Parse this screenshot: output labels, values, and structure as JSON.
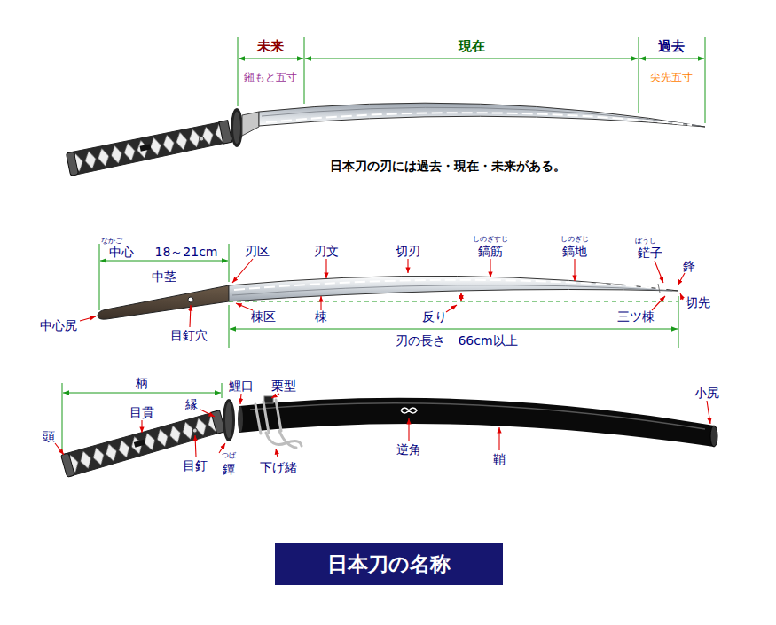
{
  "diagram": {
    "title": "日本刀の名称",
    "labels": [
      "未来",
      "現在",
      "過去",
      "鎺もと五寸",
      "尖先五寸",
      "日本刀の刃には過去・現在・未来がある。",
      "なかご",
      "中心",
      "18～21cm",
      "刃区",
      "刃文",
      "切刃",
      "しのぎすじ",
      "鎬筋",
      "しのぎじ",
      "鎬地",
      "ぼうし",
      "鋩子",
      "鋒",
      "中茎",
      "中心尻",
      "切先",
      "目釘穴",
      "棟区",
      "棟",
      "反り",
      "三ツ棟",
      "刃の長さ　66cm以上",
      "柄",
      "鯉口",
      "栗型",
      "縁",
      "目貫",
      "頭",
      "目釘",
      "つば",
      "鐔",
      "下げ緒",
      "逆角",
      "鞘",
      "小尻"
    ]
  }
}
